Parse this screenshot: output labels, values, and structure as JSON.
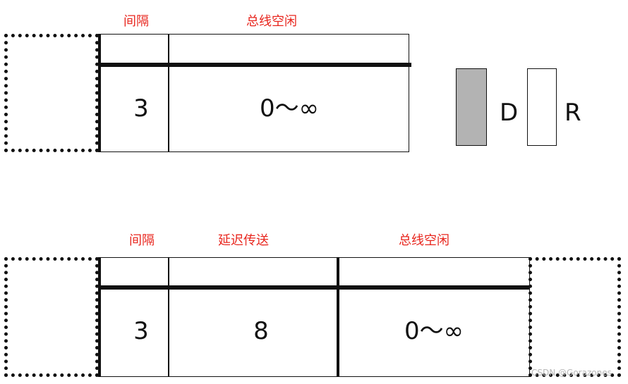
{
  "top_timeline": {
    "labels": {
      "gap": "间隔",
      "bus_idle": "总线空闲"
    },
    "cells": {
      "gap_value": "3",
      "idle_value": "0～∞"
    }
  },
  "legend": {
    "dominant": {
      "label": "D",
      "color": "#b3b3b3"
    },
    "recessive": {
      "label": "R",
      "color": "#ffffff"
    }
  },
  "bottom_timeline": {
    "labels": {
      "gap": "间隔",
      "delayed_transmit": "延迟传送",
      "bus_idle": "总线空闲"
    },
    "cells": {
      "gap_value": "3",
      "delay_value": "8",
      "idle_value": "0～∞"
    }
  },
  "watermark": "CSDN @Gorazones"
}
